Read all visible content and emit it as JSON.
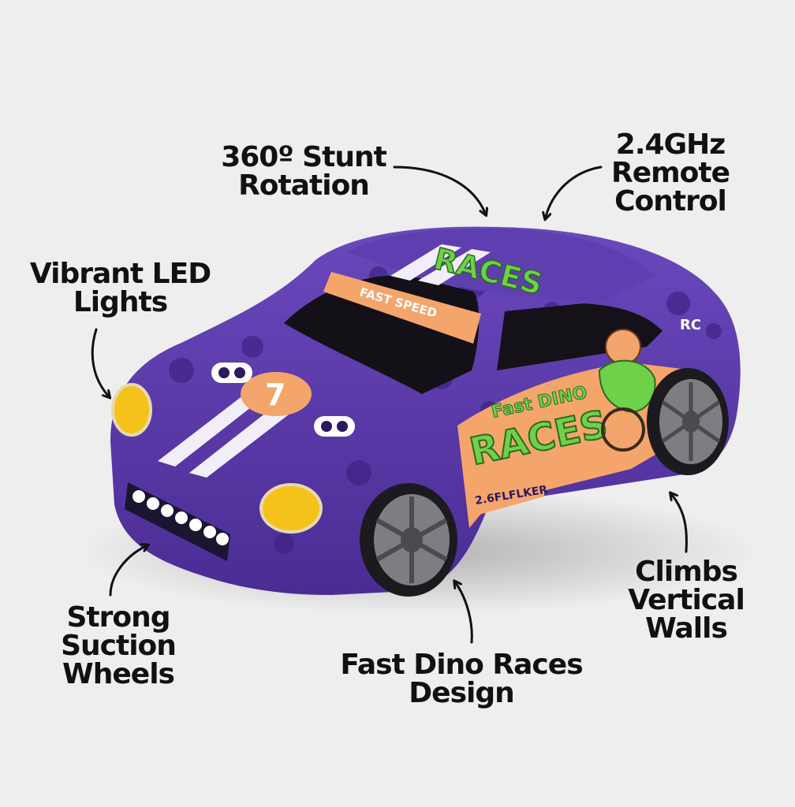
{
  "callouts": {
    "stunt": {
      "line1": "360º Stunt",
      "line2": "Rotation"
    },
    "remote": {
      "line1": "2.4GHz",
      "line2": "Remote",
      "line3": "Control"
    },
    "led": {
      "line1": "Vibrant LED",
      "line2": "Lights"
    },
    "wheels": {
      "line1": "Strong",
      "line2": "Suction",
      "line3": "Wheels"
    },
    "walls": {
      "line1": "Climbs",
      "line2": "Vertical",
      "line3": "Walls"
    },
    "design": {
      "line1": "Fast Dino Races",
      "line2": "Design"
    }
  },
  "car": {
    "windshield_banner": "FAST SPEED",
    "roof_decal": "RACES",
    "door_decal_line1": "Fast DINO",
    "door_decal_line2": "RACES",
    "side_badge": "RC",
    "lower_decal": "2.6FLFLKER",
    "hood_number": "7"
  },
  "colors": {
    "background": "#eeeeee",
    "body_purple": "#5b3aa8",
    "accent_orange": "#f4a56b",
    "decal_green": "#6fd04a",
    "headlight_yellow": "#f5c21b",
    "text": "#111111"
  }
}
